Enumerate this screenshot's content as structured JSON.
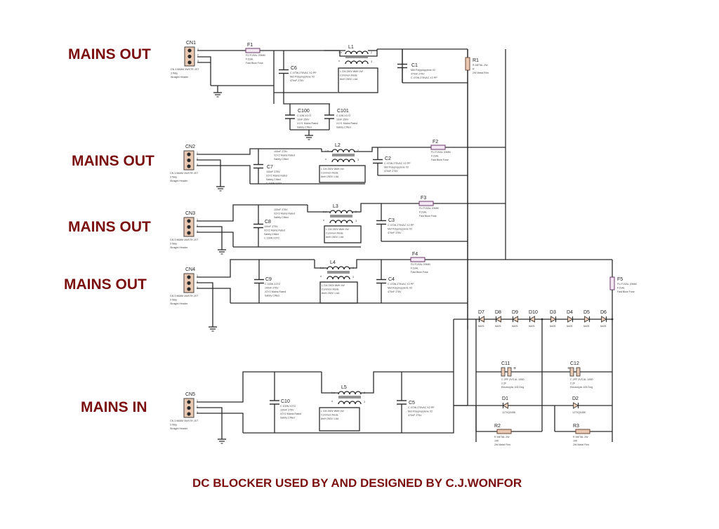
{
  "title": "DC BLOCKER USED BY AND DESIGNED BY C.J.WONFOR",
  "colors": {
    "label": "#7a1010",
    "wire": "#2a2a2a",
    "component_fill": "#e8c8b0",
    "fuse_outline": "#6a3a6a"
  },
  "section_labels": [
    "MAINS OUT",
    "MAINS OUT",
    "MAINS OUT",
    "MAINS OUT",
    "MAINS IN"
  ],
  "connectors": [
    {
      "ref": "CN1",
      "lines": [
        "CN 3.96MM 3WSTR JST",
        "3 Way",
        "Straight Header"
      ],
      "pins": [
        "1",
        "2",
        "3"
      ]
    },
    {
      "ref": "CN2",
      "lines": [
        "CN 3.96MM 3WSTR JST",
        "3 Way",
        "Straight Header"
      ],
      "pins": [
        "1",
        "2",
        "3"
      ]
    },
    {
      "ref": "CN3",
      "lines": [
        "CN 3.96MM 3WSTR JST",
        "3 Way",
        "Straight Header"
      ],
      "pins": [
        "1",
        "2",
        "3"
      ]
    },
    {
      "ref": "CN4",
      "lines": [
        "CN 3.96MM 3WSTR JST",
        "3 Way",
        "Straight Header"
      ],
      "pins": [
        "1",
        "2",
        "3"
      ]
    },
    {
      "ref": "CN5",
      "lines": [
        "CN 3.96MM 3WSTR JST",
        "3 Way",
        "Straight Header"
      ],
      "pins": [
        "1",
        "2",
        "3"
      ]
    }
  ],
  "fuses": [
    {
      "ref": "F1",
      "lines": [
        "FU F1SAL 20MM",
        "F1SAL",
        "Fast Blow Fuse"
      ]
    },
    {
      "ref": "F2",
      "lines": [
        "FU F1SAL 20MM",
        "F1SAL",
        "Fast Blow Fuse"
      ]
    },
    {
      "ref": "F3",
      "lines": [
        "FU F1SAL 20MM",
        "F1SAL",
        "Fast Blow Fuse"
      ]
    },
    {
      "ref": "F4",
      "lines": [
        "FU F1SAL 20MM",
        "F1SAL",
        "Fast Blow Fuse"
      ]
    },
    {
      "ref": "F5",
      "lines": [
        "FU F1SAL 20MM",
        "F1SAL",
        "Fast Blow Fuse"
      ]
    }
  ],
  "inductors": [
    {
      "ref": "L1",
      "lines": [
        "L CM 250V 8MH 1W",
        "Common Mode",
        "8mH 250V 1.6A"
      ]
    },
    {
      "ref": "L2",
      "lines": [
        "L CM 250V 8MH 1W",
        "Common Mode",
        "8mH 250V 1.6A"
      ]
    },
    {
      "ref": "L3",
      "lines": [
        "L CM 250V 8MH 1W",
        "Common Mode",
        "8mH 250V 1.6A"
      ]
    },
    {
      "ref": "L4",
      "lines": [
        "L CM 250V 8MH 1W",
        "Common Mode",
        "8mH 250V 1.6A"
      ]
    },
    {
      "ref": "L5",
      "lines": [
        "L CM 250V 8MH 1W",
        "Common Mode",
        "8mH 250V 1.6A"
      ]
    }
  ],
  "capacitors": {
    "C6": [
      "C 470N 275VAC X2 PP",
      "Met Polypropylene X2",
      "470nF 275V"
    ],
    "C1": [
      "Met Polypropylene X2",
      "470nF 275V",
      "C 470N 275VAC X2 PP"
    ],
    "C100": [
      "C 10N X1Y2",
      "10nF 250V",
      "X1Y1 Mains Rated",
      "Safety Ctfied"
    ],
    "C101": [
      "C 10N X1Y2",
      "10nF 250V",
      "X1Y1 Mains Rated",
      "Safety Ctfied"
    ],
    "C7": [
      "100nF 275V",
      "X2Y2 Mains Rated",
      "Safety Ctfied",
      "C 100N X2Y2"
    ],
    "C2": [
      "C 470N 275VAC X2 PP",
      "Met Polypropylene X2",
      "470nF 275V"
    ],
    "C8": [
      "100nF 275V",
      "X2Y2 Mains Rated",
      "Safety Ctfied",
      "C 100N X2Y2"
    ],
    "C3": [
      "C 470N 275VAC X2 PP",
      "Met Polypropylene X2",
      "470nF 275V"
    ],
    "C9": [
      "C 100N X2Y2",
      "100nF 275V",
      "X2Y2 Mains Rated",
      "Safety Ctfied"
    ],
    "C4": [
      "C 470N 275VAC X2 PP",
      "Met Polypropylene X2",
      "470nF 275V"
    ],
    "C10": [
      "C 100N X2Y2",
      "100nF 275V",
      "X2Y2 Mains Rated",
      "Safety Ctfied"
    ],
    "C5": [
      "C 470N 275VAC X2 PP",
      "Met Polypropylene X2",
      "470nF 275V"
    ],
    "C11": [
      "C 2PF 2VS AL 105D",
      "2.2F",
      "Electrolytic 105 Deg"
    ],
    "C12": [
      "C 2PF 2VS AL 105D",
      "2.2F",
      "Electrolytic 105 Deg"
    ]
  },
  "resistors": {
    "R1": [
      "R METAL 2W",
      "R",
      "2W Metal Film"
    ],
    "R2": [
      "R METAL 2W",
      "10K",
      "2W Metal Film"
    ],
    "R3": [
      "R METAL 2W",
      "10K",
      "2W Metal Film"
    ]
  },
  "diodes": {
    "chain": [
      "D7",
      "D8",
      "D9",
      "D10",
      "D3",
      "D4",
      "D5",
      "D6"
    ],
    "chain_part": "6A05",
    "D1": "1270Q0458",
    "D2": "1270Q0458"
  }
}
